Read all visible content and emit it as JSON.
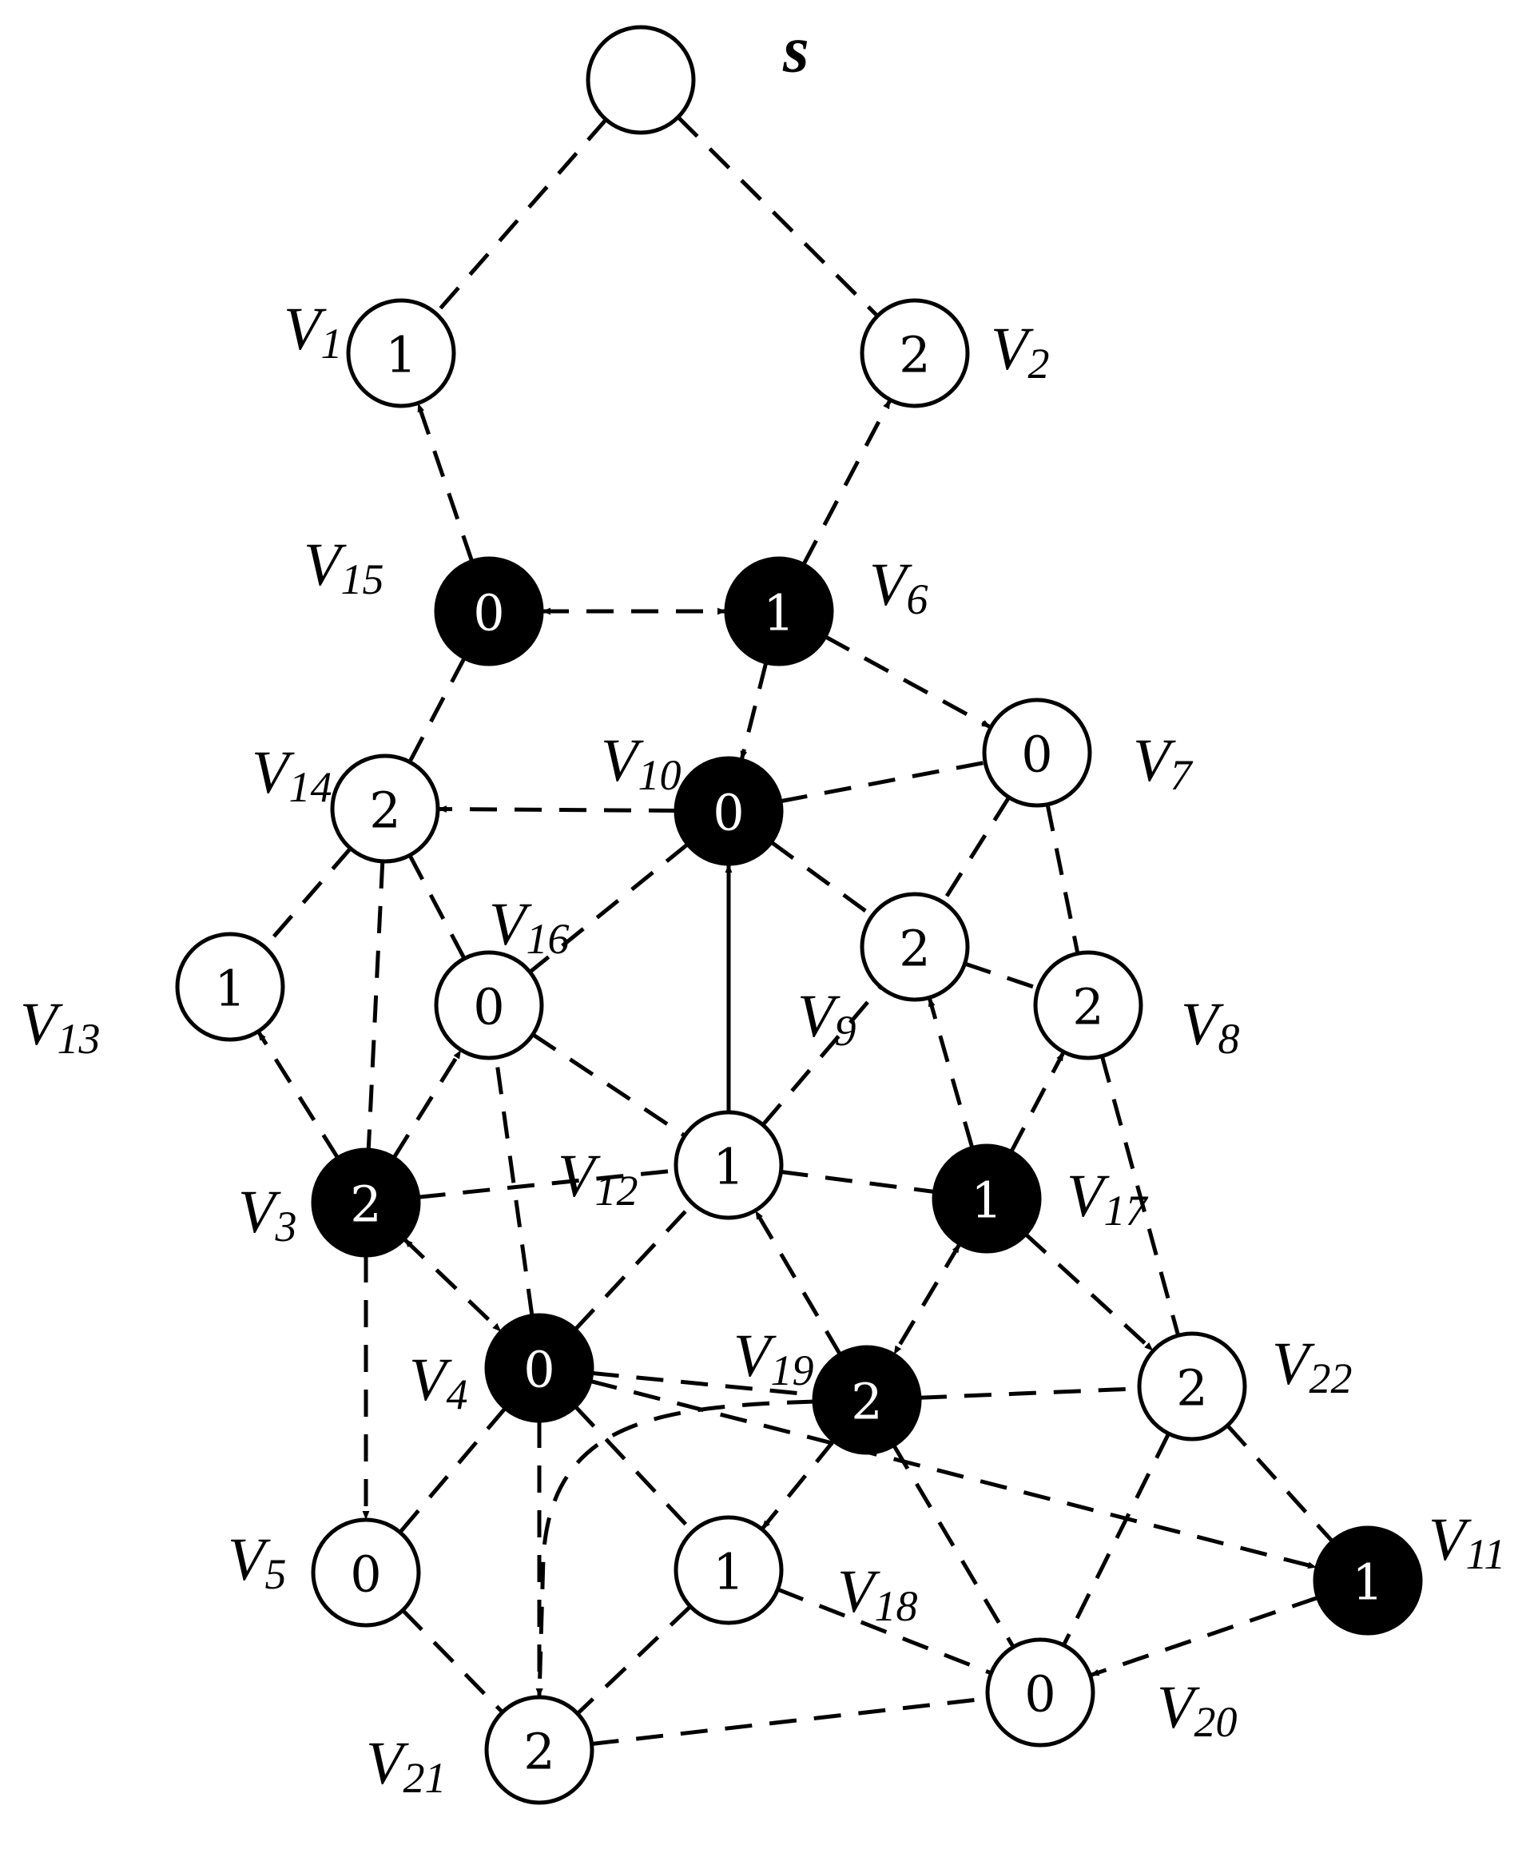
{
  "colors": {
    "filled": "#000000",
    "empty": "#ffffff",
    "stroke": "#000000"
  },
  "nodes": [
    {
      "id": "s",
      "label": "s",
      "sub": "",
      "value": "",
      "filled": false
    },
    {
      "id": "V1",
      "label": "V",
      "sub": "1",
      "value": "1",
      "filled": false
    },
    {
      "id": "V2",
      "label": "V",
      "sub": "2",
      "value": "2",
      "filled": false
    },
    {
      "id": "V15",
      "label": "V",
      "sub": "15",
      "value": "0",
      "filled": true
    },
    {
      "id": "V6",
      "label": "V",
      "sub": "6",
      "value": "1",
      "filled": true
    },
    {
      "id": "V7",
      "label": "V",
      "sub": "7",
      "value": "0",
      "filled": false
    },
    {
      "id": "V10",
      "label": "V",
      "sub": "10",
      "value": "0",
      "filled": true
    },
    {
      "id": "V14",
      "label": "V",
      "sub": "14",
      "value": "2",
      "filled": false
    },
    {
      "id": "V16",
      "label": "V",
      "sub": "16",
      "value": "0",
      "filled": false
    },
    {
      "id": "V13",
      "label": "V",
      "sub": "13",
      "value": "1",
      "filled": false
    },
    {
      "id": "V9",
      "label": "V",
      "sub": "9",
      "value": "2",
      "filled": false
    },
    {
      "id": "V8",
      "label": "V",
      "sub": "8",
      "value": "2",
      "filled": false
    },
    {
      "id": "V12",
      "label": "V",
      "sub": "12",
      "value": "1",
      "filled": false
    },
    {
      "id": "V17",
      "label": "V",
      "sub": "17",
      "value": "1",
      "filled": true
    },
    {
      "id": "V3",
      "label": "V",
      "sub": "3",
      "value": "2",
      "filled": true
    },
    {
      "id": "V4",
      "label": "V",
      "sub": "4",
      "value": "0",
      "filled": true
    },
    {
      "id": "V19",
      "label": "V",
      "sub": "19",
      "value": "2",
      "filled": true
    },
    {
      "id": "V22",
      "label": "V",
      "sub": "22",
      "value": "2",
      "filled": false
    },
    {
      "id": "V5",
      "label": "V",
      "sub": "5",
      "value": "0",
      "filled": false
    },
    {
      "id": "V18",
      "label": "V",
      "sub": "18",
      "value": "1",
      "filled": false
    },
    {
      "id": "V11",
      "label": "V",
      "sub": "11",
      "value": "1",
      "filled": true
    },
    {
      "id": "V20",
      "label": "V",
      "sub": "20",
      "value": "0",
      "filled": false
    },
    {
      "id": "V21",
      "label": "V",
      "sub": "21",
      "value": "2",
      "filled": false
    }
  ],
  "edges": [
    {
      "from": "s",
      "to": "V1",
      "style": "dashed",
      "arrow": "none"
    },
    {
      "from": "s",
      "to": "V2",
      "style": "dashed",
      "arrow": "none"
    },
    {
      "from": "V15",
      "to": "V1",
      "style": "dashed",
      "arrow": "end"
    },
    {
      "from": "V6",
      "to": "V2",
      "style": "dashed",
      "arrow": "end"
    },
    {
      "from": "V15",
      "to": "V6",
      "style": "dashed",
      "arrow": "both"
    },
    {
      "from": "V6",
      "to": "V7",
      "style": "dashed",
      "arrow": "end"
    },
    {
      "from": "V6",
      "to": "V10",
      "style": "dashed",
      "arrow": "end"
    },
    {
      "from": "V15",
      "to": "V14",
      "style": "dashed",
      "arrow": "none"
    },
    {
      "from": "V10",
      "to": "V14",
      "style": "dashed",
      "arrow": "end"
    },
    {
      "from": "V10",
      "to": "V7",
      "style": "dashed",
      "arrow": "none"
    },
    {
      "from": "V10",
      "to": "V9",
      "style": "dashed",
      "arrow": "none"
    },
    {
      "from": "V10",
      "to": "V16",
      "style": "dashed",
      "arrow": "none"
    },
    {
      "from": "V7",
      "to": "V9",
      "style": "dashed",
      "arrow": "none"
    },
    {
      "from": "V7",
      "to": "V8",
      "style": "dashed",
      "arrow": "none"
    },
    {
      "from": "V14",
      "to": "V13",
      "style": "dashed",
      "arrow": "none"
    },
    {
      "from": "V14",
      "to": "V16",
      "style": "dashed",
      "arrow": "none"
    },
    {
      "from": "V14",
      "to": "V3",
      "style": "dashed",
      "arrow": "none"
    },
    {
      "from": "V9",
      "to": "V8",
      "style": "dashed",
      "arrow": "none"
    },
    {
      "from": "V12",
      "to": "V10",
      "style": "solid",
      "arrow": "end"
    },
    {
      "from": "V12",
      "to": "V9",
      "style": "dashed",
      "arrow": "none"
    },
    {
      "from": "V16",
      "to": "V12",
      "style": "dashed",
      "arrow": "none"
    },
    {
      "from": "V17",
      "to": "V9",
      "style": "dashed",
      "arrow": "end"
    },
    {
      "from": "V17",
      "to": "V8",
      "style": "dashed",
      "arrow": "end"
    },
    {
      "from": "V3",
      "to": "V13",
      "style": "dashed",
      "arrow": "end"
    },
    {
      "from": "V3",
      "to": "V16",
      "style": "dashed",
      "arrow": "end"
    },
    {
      "from": "V3",
      "to": "V12",
      "style": "dashed",
      "arrow": "none"
    },
    {
      "from": "V12",
      "to": "V17",
      "style": "dashed",
      "arrow": "none"
    },
    {
      "from": "V3",
      "to": "V4",
      "style": "dashed",
      "arrow": "both"
    },
    {
      "from": "V3",
      "to": "V5",
      "style": "dashed",
      "arrow": "end"
    },
    {
      "from": "V4",
      "to": "V16",
      "style": "dashed",
      "arrow": "none"
    },
    {
      "from": "V4",
      "to": "V12",
      "style": "dashed",
      "arrow": "none"
    },
    {
      "from": "V19",
      "to": "V12",
      "style": "dashed",
      "arrow": "end"
    },
    {
      "from": "V17",
      "to": "V19",
      "style": "dashed",
      "arrow": "both"
    },
    {
      "from": "V17",
      "to": "V22",
      "style": "dashed",
      "arrow": "end"
    },
    {
      "from": "V8",
      "to": "V22",
      "style": "dashed",
      "arrow": "none"
    },
    {
      "from": "V4",
      "to": "V19",
      "style": "dashed",
      "arrow": "none"
    },
    {
      "from": "V19",
      "to": "V22",
      "style": "dashed",
      "arrow": "none"
    },
    {
      "from": "V4",
      "to": "V11",
      "style": "dashed",
      "arrow": "end",
      "via": [
        [
          1280,
          1850
        ]
      ]
    },
    {
      "from": "V4",
      "to": "V5",
      "style": "dashed",
      "arrow": "none"
    },
    {
      "from": "V4",
      "to": "V21",
      "style": "dashed",
      "arrow": "end"
    },
    {
      "from": "V4",
      "to": "V18",
      "style": "dashed",
      "arrow": "none"
    },
    {
      "from": "V19",
      "to": "V18",
      "style": "dashed",
      "arrow": "end"
    },
    {
      "from": "V19",
      "to": "V20",
      "style": "dashed",
      "arrow": "none"
    },
    {
      "from": "V22",
      "to": "V11",
      "style": "dashed",
      "arrow": "none"
    },
    {
      "from": "V22",
      "to": "V20",
      "style": "dashed",
      "arrow": "none"
    },
    {
      "from": "V11",
      "to": "V20",
      "style": "dashed",
      "arrow": "end"
    },
    {
      "from": "V18",
      "to": "V20",
      "style": "dashed",
      "arrow": "none"
    },
    {
      "from": "V18",
      "to": "V21",
      "style": "dashed",
      "arrow": "none"
    },
    {
      "from": "V5",
      "to": "V21",
      "style": "dashed",
      "arrow": "none"
    },
    {
      "from": "V21",
      "to": "V20",
      "style": "dashed",
      "arrow": "none"
    },
    {
      "from": "V19",
      "to": "V21",
      "style": "dashed",
      "arrow": "end",
      "curve": true
    }
  ]
}
